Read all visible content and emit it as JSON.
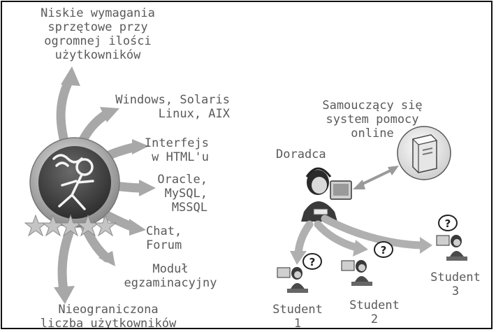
{
  "left_features": {
    "top": [
      "Niskie wymagania",
      "sprzętowe przy",
      "ogromnej ilości",
      "użytkowników"
    ],
    "os": [
      "Windows, Solaris",
      "Linux, AIX"
    ],
    "html": [
      "Interfejs",
      "w HTML'u"
    ],
    "db": [
      "Oracle,",
      "MySQL,",
      "MSSQL"
    ],
    "chat": [
      "Chat,",
      "Forum"
    ],
    "exam": [
      "Moduł",
      "egzaminacyjny"
    ],
    "bottom": [
      "Nieograniczona",
      "liczba użytkowników"
    ]
  },
  "right": {
    "help_system": [
      "Samouczący się",
      "system pomocy",
      "online"
    ],
    "advisor": "Doradca",
    "students": [
      {
        "label": "Student",
        "number": "1"
      },
      {
        "label": "Student",
        "number": "2"
      },
      {
        "label": "Student",
        "number": "3"
      }
    ],
    "question_mark": "?"
  },
  "colors": {
    "text": "#5a5a5a",
    "arrow": "#a8a8a8",
    "logo_ring": "#8a8a8a",
    "logo_inner": "#3a3a3a",
    "star": "#bdbdbd"
  },
  "icons": [
    "runner-logo-icon",
    "star-rating-icon",
    "server-icon",
    "advisor-headset-icon",
    "student-computer-icon",
    "question-bubble-icon"
  ]
}
